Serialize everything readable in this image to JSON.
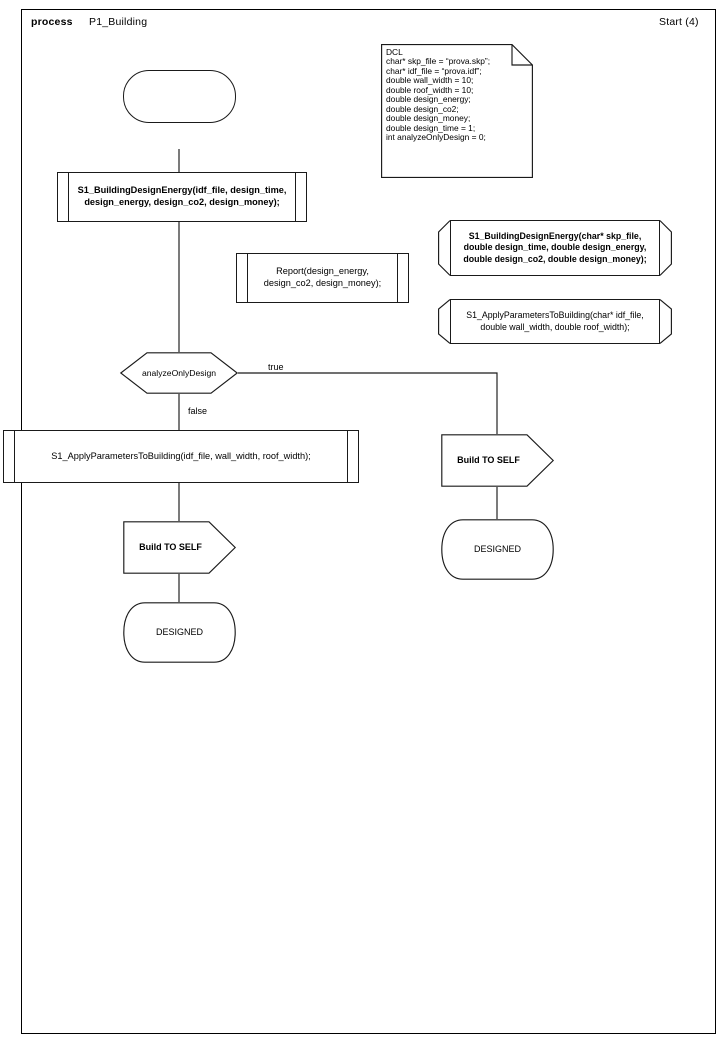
{
  "header": {
    "kind_label": "process",
    "diagram_name": "P1_Building",
    "start_label": "Start (4)"
  },
  "note_dcl": {
    "title": "DCL",
    "text": "DCL\nchar* skp_file = “prova.skp”;\nchar* idf_file = “prova.idf”;\ndouble wall_width = 10;\ndouble roof_width = 10;\ndouble design_energy;\ndouble design_co2;\ndouble design_money;\ndouble design_time = 1;\nint analyzeOnlyDesign = 0;"
  },
  "nodes": {
    "start": {
      "label": ""
    },
    "call_design_energy": {
      "label": "S1_BuildingDesignEnergy(idf_file, design_time,\ndesign_energy, design_co2, design_money);"
    },
    "call_report": {
      "label": "Report(design_energy,\ndesign_co2, design_money);"
    },
    "decision": {
      "label": "analyzeOnlyDesign"
    },
    "call_apply_params": {
      "label": "S1_ApplyParametersToBuilding(idf_file, wall_width, roof_width);"
    },
    "signal_left": {
      "label": "Build TO SELF"
    },
    "state_left": {
      "label": "DESIGNED"
    },
    "signal_right": {
      "label": "Build TO SELF"
    },
    "state_right": {
      "label": "DESIGNED"
    }
  },
  "annotations": {
    "sig_design_energy": {
      "label": "S1_BuildingDesignEnergy(char* skp_file,\ndouble design_time, double design_energy,\ndouble design_co2, double design_money);"
    },
    "sig_apply_params": {
      "label": "S1_ApplyParametersToBuilding(char* idf_file,\ndouble wall_width, double roof_width);"
    }
  },
  "edge_labels": {
    "true": "true",
    "false": "false"
  },
  "colors": {
    "stroke": "#1a1a1a",
    "background": "#ffffff",
    "text": "#000000"
  }
}
